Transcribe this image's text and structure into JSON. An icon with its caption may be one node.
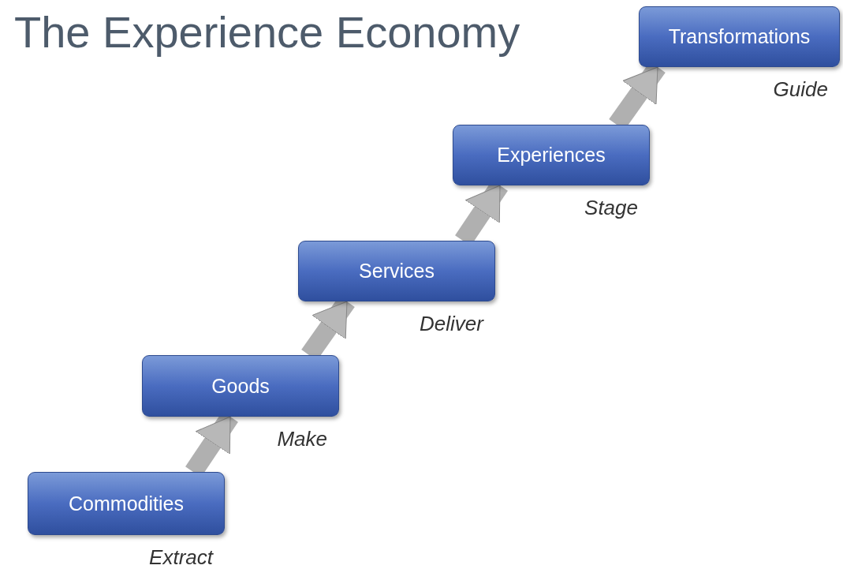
{
  "diagram": {
    "title": "The Experience Economy",
    "nodes": [
      {
        "text": [
          "Commodities"
        ],
        "beside": [
          "Extract"
        ]
      },
      {
        "text": [
          "Goods"
        ],
        "beside": [
          "Make"
        ]
      },
      {
        "text": [
          "Services"
        ],
        "beside": [
          "Deliver"
        ]
      },
      {
        "text": [
          "Experiences"
        ],
        "beside": [
          "Stage"
        ]
      },
      {
        "text": [
          "Transformations"
        ],
        "beside": [
          "Guide"
        ]
      }
    ],
    "edges": [
      {
        "from": 0,
        "to": 1,
        "arrow": "to"
      },
      {
        "from": 1,
        "to": 2,
        "arrow": "to"
      },
      {
        "from": 2,
        "to": 3,
        "arrow": "to"
      },
      {
        "from": 3,
        "to": 4,
        "arrow": "to"
      }
    ]
  }
}
